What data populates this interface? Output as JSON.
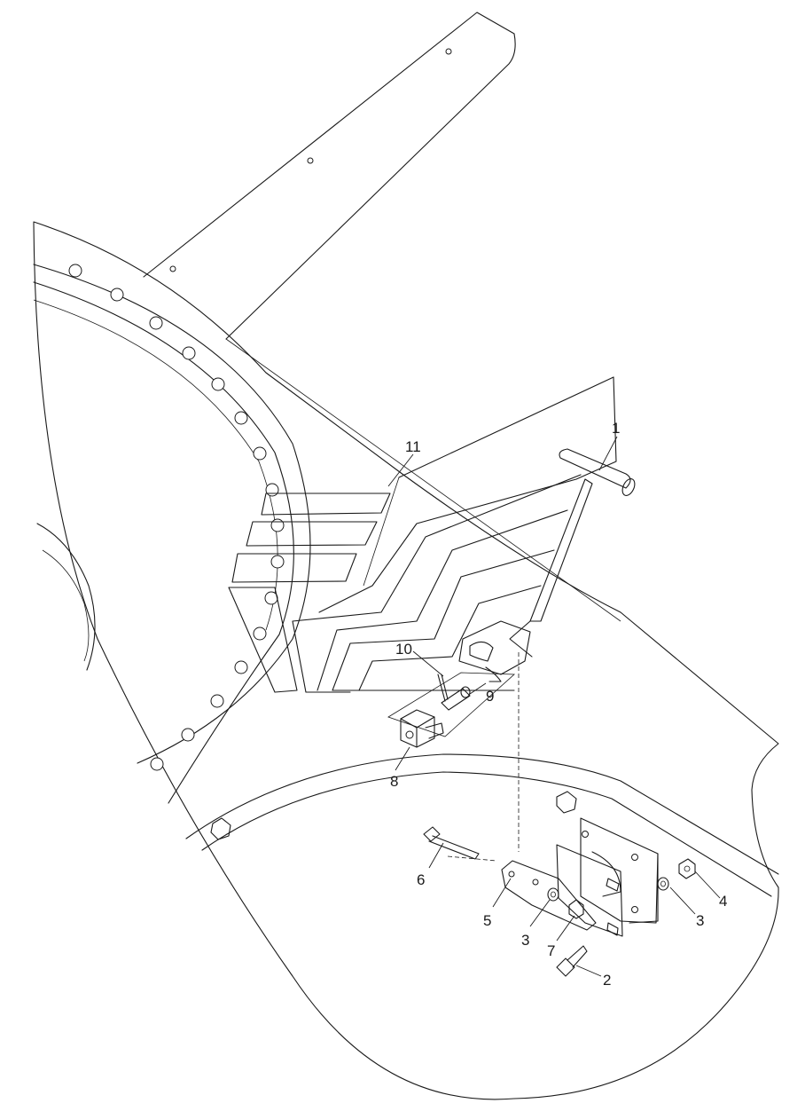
{
  "callouts": [
    {
      "id": "c1",
      "text": "1"
    },
    {
      "id": "c2",
      "text": "2"
    },
    {
      "id": "c3a",
      "text": "3"
    },
    {
      "id": "c3b",
      "text": "3"
    },
    {
      "id": "c4",
      "text": "4"
    },
    {
      "id": "c5",
      "text": "5"
    },
    {
      "id": "c6",
      "text": "6"
    },
    {
      "id": "c7",
      "text": "7"
    },
    {
      "id": "c8",
      "text": "8"
    },
    {
      "id": "c9",
      "text": "9"
    },
    {
      "id": "c10",
      "text": "10"
    },
    {
      "id": "c11",
      "text": "11"
    }
  ]
}
